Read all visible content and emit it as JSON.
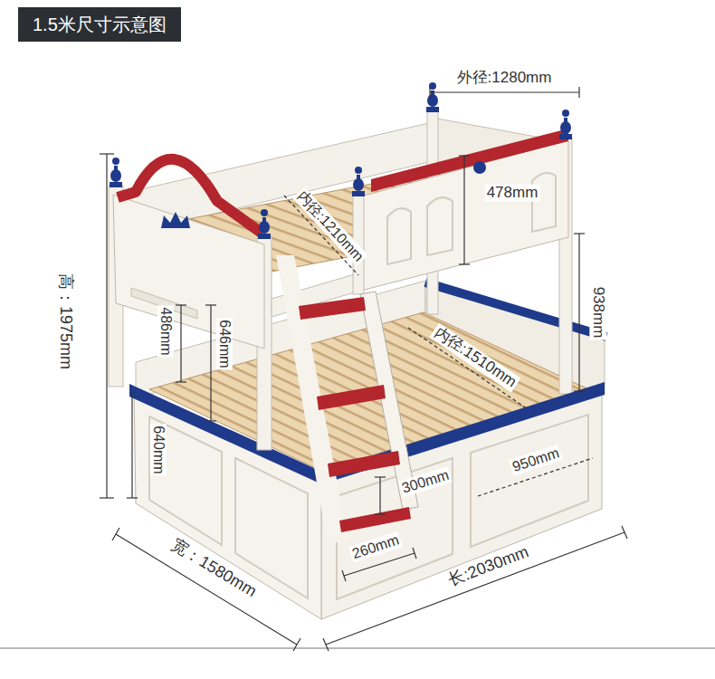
{
  "diagram": {
    "title": "1.5米尺寸示意图",
    "labels": [
      "外径:1280mm",
      "内径:1210mm",
      "478mm",
      "高：1975mm",
      "938mm",
      "486mm",
      "646mm",
      "内径:1510mm",
      "640mm",
      "950mm",
      "300mm",
      "宽：1580mm",
      "260mm",
      "长:2030mm"
    ]
  }
}
